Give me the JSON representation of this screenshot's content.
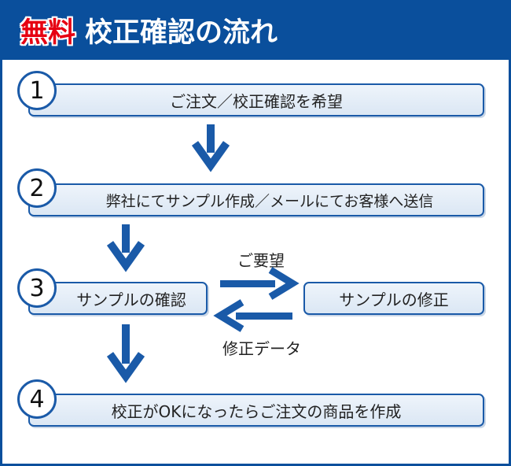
{
  "header": {
    "free_label": "無料",
    "title": "校正確認の流れ"
  },
  "steps": [
    {
      "number": "1",
      "label": "ご注文／校正確認を希望"
    },
    {
      "number": "2",
      "label": "弊社にてサンプル作成／メールにてお客様へ送信"
    },
    {
      "number": "3",
      "label": "サンプルの確認"
    },
    {
      "number": "4",
      "label": "校正がOKになったらご注文の商品を作成"
    }
  ],
  "revision_box": {
    "label": "サンプルの修正"
  },
  "exchange": {
    "request_label": "ご要望",
    "return_label": "修正データ"
  },
  "colors": {
    "primary": "#0a4f9c",
    "accent": "#e60012",
    "box_fill": "#e4edf7",
    "arrow": "#1a5aa8"
  }
}
